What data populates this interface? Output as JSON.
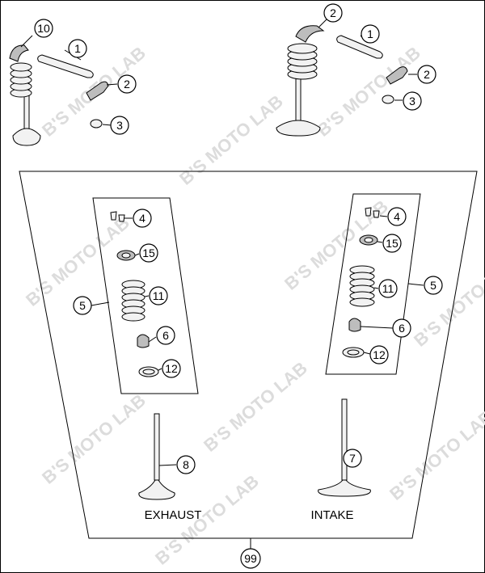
{
  "watermark": "B'S MOTO LAB",
  "captions": {
    "exhaust": "EXHAUST",
    "intake": "INTAKE"
  },
  "callouts": {
    "c10": "10",
    "c1_left": "1",
    "c2_left": "2",
    "c3_left": "3",
    "c2_right_top": "2",
    "c1_right": "1",
    "c2_right": "2",
    "c3_right": "3",
    "c4_left": "4",
    "c15_left": "15",
    "c5_left": "5",
    "c11_left": "11",
    "c6_left": "6",
    "c12_left": "12",
    "c4_right": "4",
    "c15_right": "15",
    "c5_right": "5",
    "c11_right": "11",
    "c6_right": "6",
    "c12_right": "12",
    "c8": "8",
    "c7": "7",
    "c99": "99"
  }
}
